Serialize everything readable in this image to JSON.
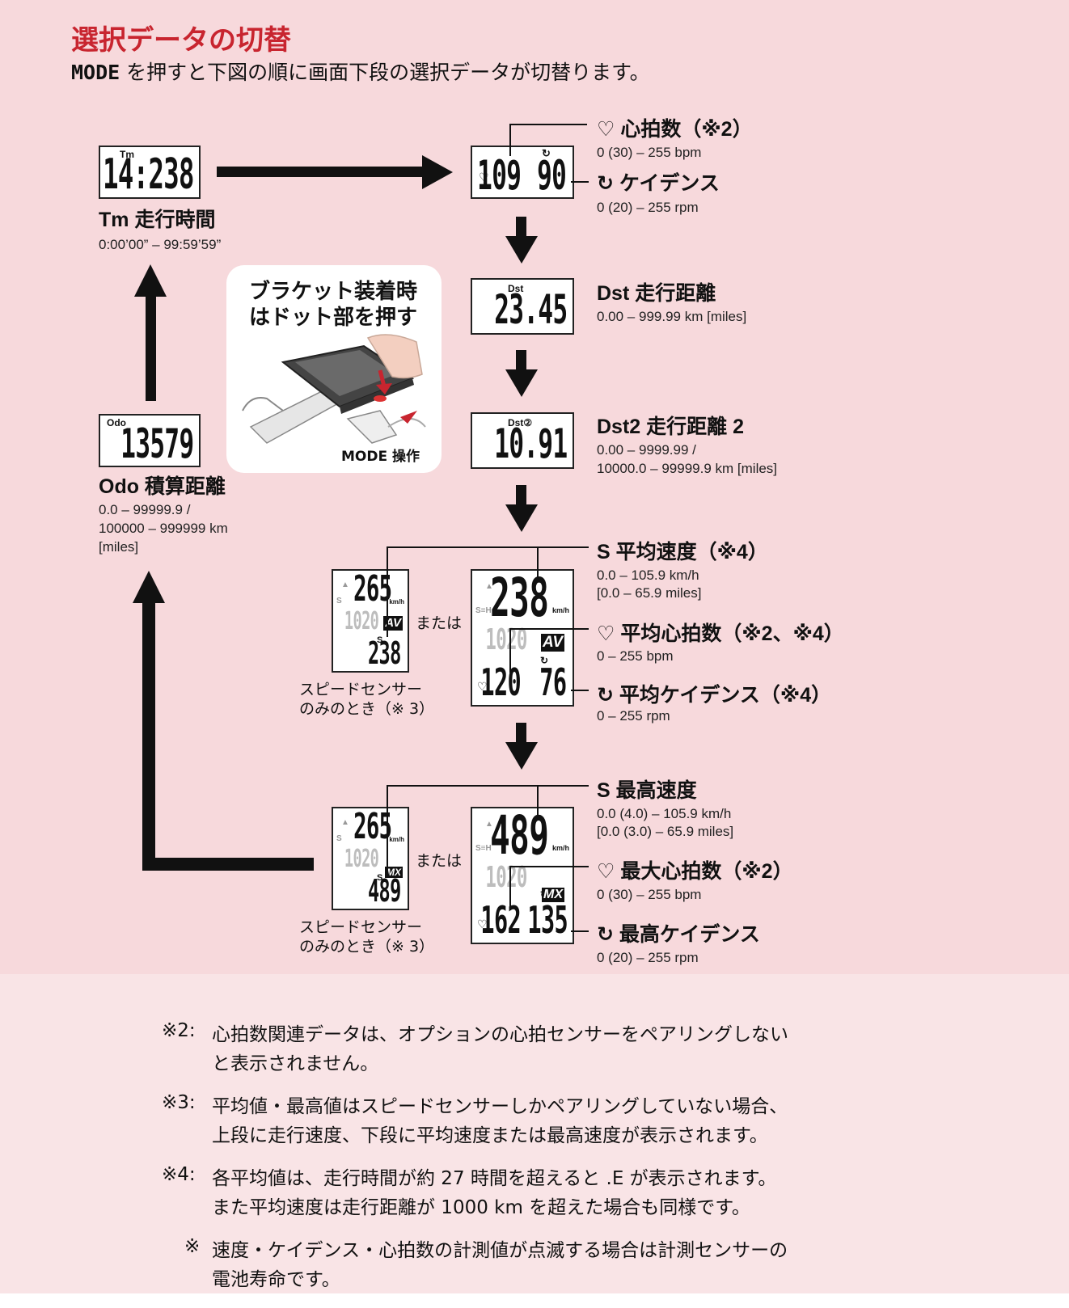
{
  "title": "選択データの切替",
  "subtitle": {
    "mode": "MODE",
    "text": " を押すと下図の順に画面下段の選択データが切替ります。"
  },
  "tm": {
    "lcd_label": "Tm",
    "lcd_value": "14:238",
    "name": "Tm 走行時間",
    "range": "0:00’00” – 99:59’59”"
  },
  "odo": {
    "lcd_label": "Odo",
    "lcd_value": "13579",
    "name": "Odo 積算距離",
    "range_lines": [
      "0.0 – 99999.9 /",
      "100000 – 999999 km",
      "[miles]"
    ]
  },
  "bracket": {
    "line1": "ブラケット装着時",
    "line2": "はドット部を押す",
    "mode_op": "MODE 操作"
  },
  "hr_cad": {
    "lcd_left": "109",
    "lcd_right": "90",
    "hr_label": "心拍数（※2）",
    "hr_range": "0 (30) – 255 bpm",
    "cad_label": "ケイデンス",
    "cad_range": "0 (20) – 255 rpm"
  },
  "dst": {
    "lcd_label": "Dst",
    "lcd_value": "23.45",
    "name": "Dst 走行距離",
    "range": "0.00 – 999.99 km [miles]"
  },
  "dst2": {
    "lcd_label": "Dst②",
    "lcd_value": "10.91",
    "name": "Dst2 走行距離 2",
    "range_lines": [
      "0.00 – 9999.99 /",
      "10000.0 – 99999.9 km [miles]"
    ]
  },
  "avg": {
    "small": {
      "top": "265",
      "mid": "1020",
      "badge": "AV",
      "bottom": "238"
    },
    "large": {
      "top": "238",
      "mid": "1020",
      "badge": "AV",
      "left": "120",
      "right": "76"
    },
    "or": "または",
    "speed_only": [
      "スピードセンサー",
      "のみのとき（※ 3）"
    ],
    "speed_label": "S 平均速度（※4）",
    "speed_range": [
      "0.0 – 105.9 km/h",
      "[0.0 – 65.9 miles]"
    ],
    "hr_label": "平均心拍数（※2、※4）",
    "hr_range": "0 – 255 bpm",
    "cad_label": "平均ケイデンス（※4）",
    "cad_range": "0 – 255 rpm"
  },
  "max": {
    "small": {
      "top": "265",
      "mid": "1020",
      "badge": "MX",
      "bottom": "489"
    },
    "large": {
      "top": "489",
      "mid": "1020",
      "badge": "MX",
      "left": "162",
      "right": "135"
    },
    "or": "または",
    "speed_only": [
      "スピードセンサー",
      "のみのとき（※ 3）"
    ],
    "speed_label": "S 最高速度",
    "speed_range": [
      "0.0 (4.0) – 105.9 km/h",
      "[0.0 (3.0) – 65.9 miles]"
    ],
    "hr_label": "最大心拍数（※2）",
    "hr_range": "0 (30) – 255 bpm",
    "cad_label": "最高ケイデンス",
    "cad_range": "0 (20) – 255 rpm"
  },
  "kmh": "km/h",
  "notes": [
    {
      "key": "※2:",
      "lines": [
        "心拍数関連データは、オプションの心拍センサーをペアリングしない",
        "と表示されません。"
      ]
    },
    {
      "key": "※3:",
      "lines": [
        "平均値・最高値はスピードセンサーしかペアリングしていない場合、",
        "上段に走行速度、下段に平均速度または最高速度が表示されます。"
      ]
    },
    {
      "key": "※4:",
      "lines": [
        "各平均値は、走行時間が約 27 時間を超えると .E が表示されます。",
        "また平均速度は走行距離が 1000 km を超えた場合も同様です。"
      ]
    },
    {
      "key": "※",
      "lines": [
        "速度・ケイデンス・心拍数の計測値が点滅する場合は計測センサーの",
        "電池寿命です。"
      ]
    }
  ]
}
